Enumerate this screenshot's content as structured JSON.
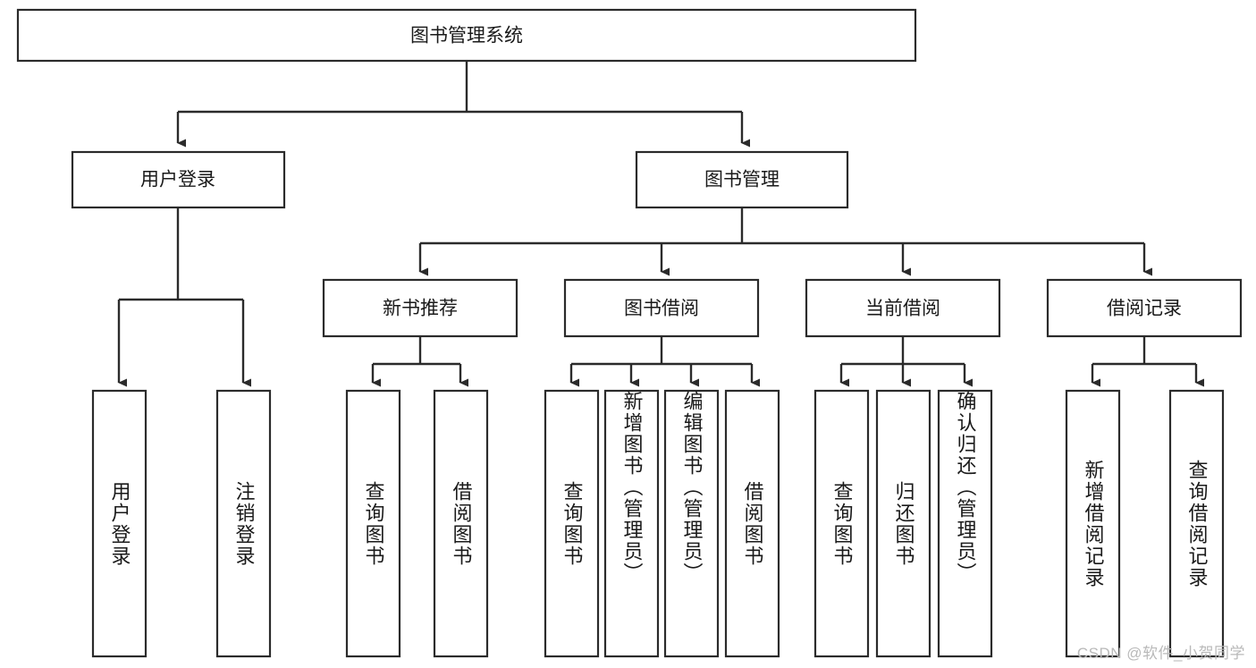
{
  "diagram": {
    "type": "tree",
    "title": "图书管理系统",
    "root": {
      "id": "root",
      "label": "图书管理系统"
    },
    "level1": [
      {
        "id": "user-login",
        "label": "用户登录"
      },
      {
        "id": "book-manage",
        "label": "图书管理"
      }
    ],
    "level2": [
      {
        "id": "new-book-recommend",
        "label": "新书推荐",
        "parent": "book-manage"
      },
      {
        "id": "book-borrow",
        "label": "图书借阅",
        "parent": "book-manage"
      },
      {
        "id": "current-borrow",
        "label": "当前借阅",
        "parent": "book-manage"
      },
      {
        "id": "borrow-record",
        "label": "借阅记录",
        "parent": "book-manage"
      }
    ],
    "leaves": [
      {
        "id": "leaf-user-login",
        "label": "用户登录",
        "parent": "user-login"
      },
      {
        "id": "leaf-logout-login",
        "label": "注销登录",
        "parent": "user-login"
      },
      {
        "id": "leaf-query-book-1",
        "label": "查询图书",
        "parent": "new-book-recommend"
      },
      {
        "id": "leaf-borrow-book-1",
        "label": "借阅图书",
        "parent": "new-book-recommend"
      },
      {
        "id": "leaf-query-book-2",
        "label": "查询图书",
        "parent": "book-borrow"
      },
      {
        "id": "leaf-add-book",
        "label": "新增图书（管理员）",
        "parent": "book-borrow"
      },
      {
        "id": "leaf-edit-book",
        "label": "编辑图书（管理员）",
        "parent": "book-borrow"
      },
      {
        "id": "leaf-borrow-book-2",
        "label": "借阅图书",
        "parent": "book-borrow"
      },
      {
        "id": "leaf-query-book-3",
        "label": "查询图书",
        "parent": "current-borrow"
      },
      {
        "id": "leaf-return-book",
        "label": "归还图书",
        "parent": "current-borrow"
      },
      {
        "id": "leaf-confirm-return",
        "label": "确认归还（管理员）",
        "parent": "current-borrow"
      },
      {
        "id": "leaf-add-record",
        "label": "新增借阅记录",
        "parent": "borrow-record"
      },
      {
        "id": "leaf-query-record",
        "label": "查询借阅记录",
        "parent": "borrow-record"
      }
    ],
    "colors": {
      "box_stroke": "#2b2b2b",
      "box_fill": "#ffffff",
      "text": "#1a1a1a",
      "connector": "#2b2b2b",
      "watermark": "#b9b9b9",
      "background": "#ffffff"
    }
  },
  "watermark": {
    "text": "CSDN @软件_小贺同学"
  }
}
